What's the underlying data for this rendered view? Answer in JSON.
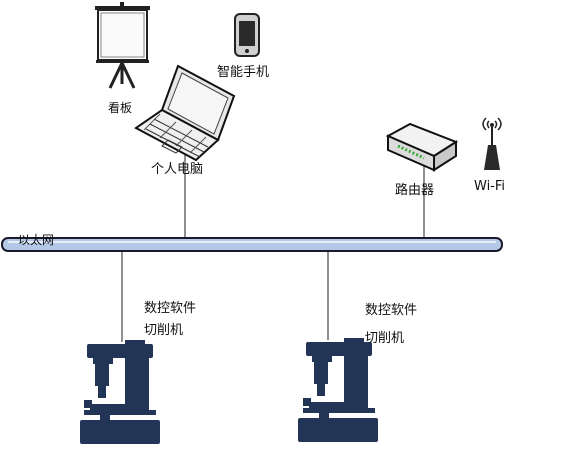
{
  "labels": {
    "board": "看板",
    "smartphone": "智能手机",
    "laptop": "个人电脑",
    "router": "路由器",
    "wifi": "Wi-Fi",
    "ethernet": "以太网",
    "machine_left_line1": "数控软件",
    "machine_left_line2": "切削机",
    "machine_right_line1": "数控软件",
    "machine_right_line2": "切削机"
  },
  "colors": {
    "bus_fill": "#b4c8e8",
    "bus_stroke": "#1a1a2a",
    "machine": "#233557",
    "router_led": "#3caa3c"
  },
  "icons": [
    "projection-screen-icon",
    "smartphone-icon",
    "laptop-icon",
    "router-icon",
    "wifi-antenna-icon",
    "cnc-machine-icon"
  ]
}
